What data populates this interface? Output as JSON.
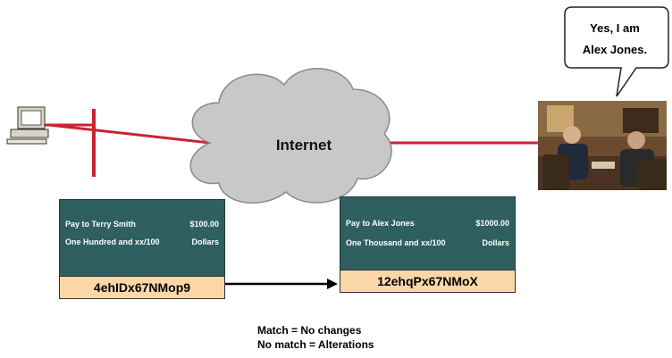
{
  "cloud": {
    "label": "Internet"
  },
  "speech": {
    "line1": "Yes, I am",
    "line2": "Alex Jones."
  },
  "check_left": {
    "payee": "Pay to Terry Smith",
    "amount": "$100.00",
    "words": "One Hundred and xx/100",
    "currency": "Dollars",
    "hash": "4ehIDx67NMop9"
  },
  "check_right": {
    "payee": "Pay to Alex Jones",
    "amount": "$1000.00",
    "words": "One Thousand and xx/100",
    "currency": "Dollars",
    "hash": "12ehqPx67NMoX"
  },
  "caption": {
    "line1": "Match = No changes",
    "line2": "No match = Alterations"
  },
  "colors": {
    "link": "#cc2233",
    "check_bg": "#2f5f5f",
    "hash_bg": "#fbd7a8",
    "cloud": "#c8c8c8"
  }
}
